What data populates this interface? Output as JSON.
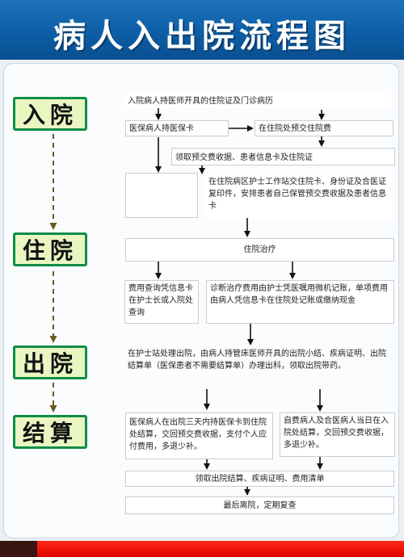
{
  "title": "病人入出院流程图",
  "stages": {
    "admit": "入院",
    "stay": "住院",
    "discharge": "出院",
    "settle": "结算"
  },
  "steps": {
    "s1": "入院病人持医师开具的住院证及门诊病历",
    "s2": "医保病人持医保卡",
    "s3": "在住院处预交住院费",
    "s4": "领取预交费收据、患者信息卡及住院证",
    "s5": "在住院病区护士工作站交住院卡、身份证及合医证复印件，安排患者自己保管预交费收据及患者信息卡",
    "s6": "住院治疗",
    "s7": "费用查询凭信息卡在护士长或入院处查询",
    "s8": "诊断治疗费用由护士凭医嘱用微机记账，单项费用由病人凭信息卡在住院处记账或缴纳现金",
    "s9": "在护士站处理出院，由病人持管床医师开具的出院小结、疾病证明、出院结算单（医保患者不需要结算单）办理出科，领取出院带药。",
    "s10": "医保病人在出院三天内持医保卡到住院处结算，交回预交费收据，支付个人应付费用，多退少补。",
    "s11": "自费病人及合医病人当日在入院处结算，交回预交费收据，多退少补。",
    "s12": "领取出院结算、疾病证明、费用清单",
    "s13": "最后离院，定期复查"
  },
  "colors": {
    "header": "#0d5ea6",
    "stage_border": "#0e8e48",
    "stage_fill": "#eaf6c2",
    "dashed_arrow": "#6b5a1e",
    "bottom_bar": "#e00000"
  }
}
